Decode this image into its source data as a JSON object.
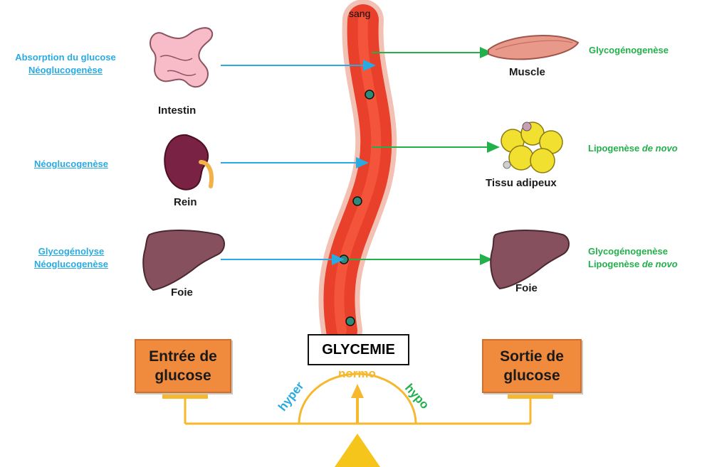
{
  "vessel": {
    "label": "sang"
  },
  "inputs": {
    "intestin": {
      "line1": "Absorption du glucose",
      "line2": "Néoglucogenèse",
      "organ": "Intestin"
    },
    "rein": {
      "line1": "Néoglucogenèse",
      "organ": "Rein"
    },
    "foie": {
      "line1": "Glycogénolyse",
      "line2": "Néoglucogenèse",
      "organ": "Foie"
    }
  },
  "outputs": {
    "muscle": {
      "line1": "Glycogénogenèse",
      "organ": "Muscle"
    },
    "adipeux": {
      "line1_prefix": "Lipogenèse ",
      "line1_italic": "de novo",
      "organ": "Tissu adipeux"
    },
    "foie": {
      "line1": "Glycogénogenèse",
      "line2_prefix": "Lipogenèse ",
      "line2_italic": "de novo",
      "organ": "Foie"
    }
  },
  "balance": {
    "center_label": "GLYCEMIE",
    "left_box_line1": "Entrée de",
    "left_box_line2": "glucose",
    "right_box_line1": "Sortie de",
    "right_box_line2": "glucose",
    "scale_left": "hyper",
    "scale_center": "normo",
    "scale_right": "hypo"
  },
  "colors": {
    "input_arrow": "#29abe2",
    "output_arrow": "#22b04b",
    "vessel": "#e8402a",
    "balance": "#f5b82e",
    "box": "#f08a3c"
  }
}
